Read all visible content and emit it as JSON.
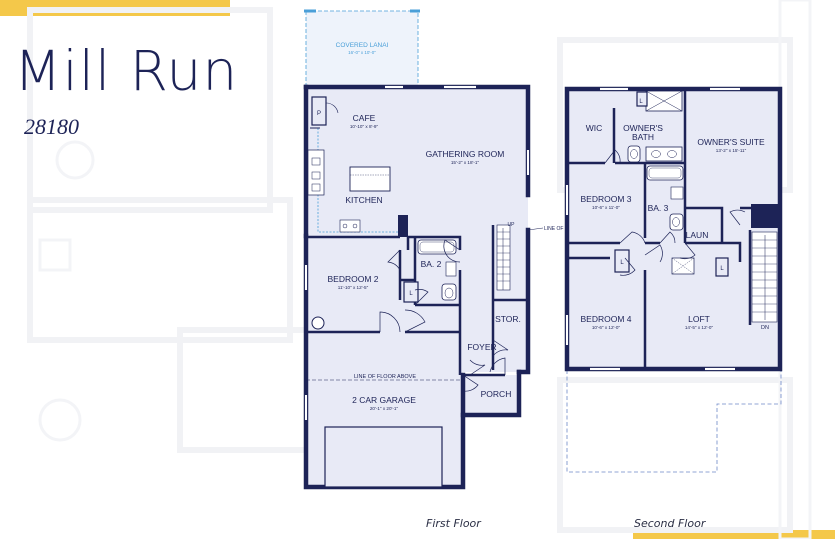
{
  "header": {
    "title": "Mill Run",
    "plan_number": "28180"
  },
  "captions": {
    "first_floor": "First Floor",
    "second_floor": "Second Floor"
  },
  "colors": {
    "navy": "#1d2357",
    "room_fill": "#e8eaf6",
    "accent_yellow": "#f4c84a",
    "lanai_blue": "#4a9fd8"
  },
  "first_floor": {
    "covered_lanai": {
      "name": "COVERED LANAI",
      "dim": "16'-0\" x 10'-0\""
    },
    "cafe": {
      "name": "CAFE",
      "dim": "10'-10\" x 8'-9\""
    },
    "gathering_room": {
      "name": "GATHERING ROOM",
      "dim": "15'-2\" x 18'-1\""
    },
    "kitchen": {
      "name": "KITCHEN"
    },
    "bedroom_2": {
      "name": "BEDROOM 2",
      "dim": "11'-10\" x 12'-5\""
    },
    "bath_2": {
      "name": "BA. 2"
    },
    "storage": {
      "name": "STOR."
    },
    "foyer": {
      "name": "FOYER"
    },
    "porch": {
      "name": "PORCH"
    },
    "garage": {
      "name": "2 CAR GARAGE",
      "dim": "20'-1\" x 20'-1\""
    },
    "line_of_floor_above": "LINE OF FLOOR ABOVE",
    "line_of": "LINE OF",
    "up": "UP",
    "pantry": "P",
    "linen_1": "L",
    "linen_2": "L"
  },
  "second_floor": {
    "wic": {
      "name": "WIC"
    },
    "owners_bath": {
      "line1": "OWNER'S",
      "line2": "BATH"
    },
    "owners_suite": {
      "name": "OWNER'S SUITE",
      "dim": "13'-2\" x 15'-11\""
    },
    "bedroom_3": {
      "name": "BEDROOM 3",
      "dim": "10'-6\" x 11'-0\""
    },
    "bath_3": {
      "name": "BA. 3"
    },
    "laundry": {
      "name": "LAUN"
    },
    "bedroom_4": {
      "name": "BEDROOM 4",
      "dim": "10'-6\" x 12'-0\""
    },
    "loft": {
      "name": "LOFT",
      "dim": "14'-5\" x 12'-0\""
    },
    "dn": "DN",
    "linen_1": "L",
    "linen_2": "L",
    "linen_3": "L"
  }
}
